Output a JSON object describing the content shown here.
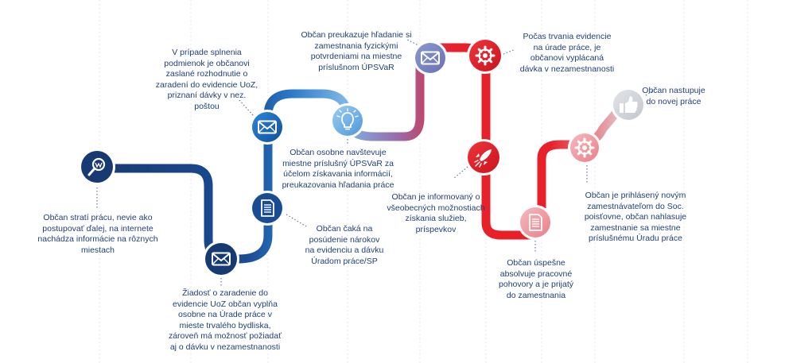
{
  "colors": {
    "navy": "#173a73",
    "blue": "#1565b8",
    "light_blue": "#6aaee6",
    "purple": "#8a5fa8",
    "red": "#e8202a",
    "pink": "#f2a7ad",
    "grey": "#cfd3d8",
    "text": "#1f3f7a"
  },
  "steps": [
    {
      "icon": "search-icon",
      "text": "Občan stratí prácu, nevie ako\npostupovať ďalej, na internete\nnachádza informácie na rôznych\nmiestach"
    },
    {
      "icon": "envelope-icon",
      "text": "Žiadosť o zaradenie do\nevidencie UoZ občan vyplňa\nosobne na Úrade práce v\nmieste trvalého bydliska,\nzároveň má možnosť požiadať\naj o dávku v nezamestnanosti"
    },
    {
      "icon": "document-icon",
      "text": "Občan čaká na\nposúdenie nárokov\nna evidenciu a dávku\nÚradom práce/SP"
    },
    {
      "icon": "envelope-icon",
      "text": "V prípade splnenia\npodmienok je občanovi\nzaslané rozhodnutie o\nzaradení do evidencie UoZ,\npriznaní dávky v nez.\npoštou"
    },
    {
      "icon": "lightbulb-icon",
      "text": "Občan osobne navštevuje\nmiestne príslušný ÚPSVaR za\núčelom získavania informácií,\npreukazovania hľadania práce"
    },
    {
      "icon": "envelope-icon",
      "text": "Občan preukazuje hľadanie si\nzamestnania fyzickými\npotvrdeniami na miestne\npríslušnom ÚPSVaR"
    },
    {
      "icon": "gear-icon",
      "text": "Počas trvania evidencie\nna úrade práce, je\nobčanovi vyplácaná\ndávka v nezamestnanosti"
    },
    {
      "icon": "rocket-icon",
      "text": "Občan je informovaný o\nvšeobecných možnostiach\nzískania služieb,\npríspevkov"
    },
    {
      "icon": "document-icon",
      "text": "Občan úspešne\nabsolvuje pracovné\npohovory a je prijatý\ndo zamestnania"
    },
    {
      "icon": "gear-icon",
      "text": "Občan je prihlásený novým\nzamestnávateľom do Soc.\npoisťovne, občan nahlasuje\nzamestnanie sa miestne\npríslušnému Úradu práce"
    },
    {
      "icon": "thumbs-up-icon",
      "text": "Občan nastupuje\ndo novej práce"
    }
  ]
}
